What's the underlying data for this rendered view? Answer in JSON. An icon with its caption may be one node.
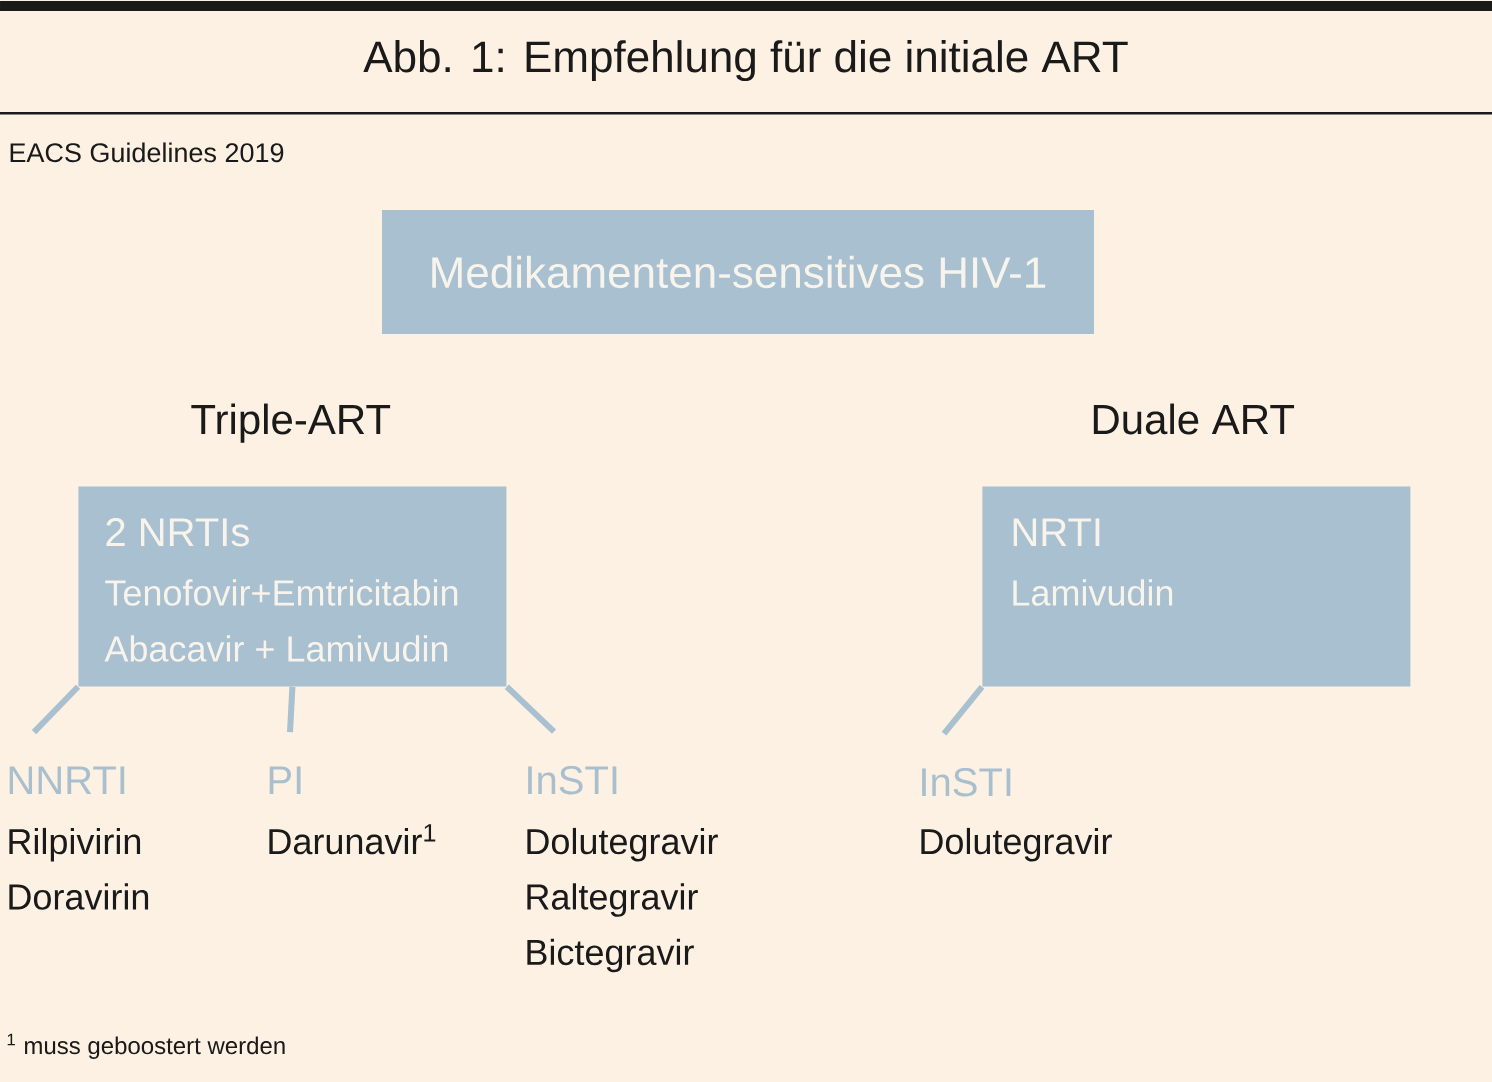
{
  "diagram": {
    "title": "Abb. 1: Empfehlung für die initiale ART",
    "nodes": [
      {
        "text": [
          "Medikamenten-sensitives HIV-1"
        ]
      },
      {
        "text": [
          "2 NRTIs",
          "Tenofovir+Emtricitabin",
          "Abacavir + Lamivudin"
        ]
      },
      {
        "text": [
          "NRTI",
          "Lamivudin"
        ]
      },
      {
        "text": [
          "NNRTI",
          "Rilpivirin",
          "Doravirin"
        ]
      },
      {
        "text": [
          "PI",
          "Darunavir$^{1}$"
        ]
      },
      {
        "text": [
          "InSTI",
          "Dolutegravir",
          "Raltegravir",
          "Bictegravir"
        ]
      },
      {
        "text": [
          "InSTI",
          "Dolutegravir"
        ]
      }
    ],
    "edges": [
      {
        "from": 1,
        "to": 3,
        "arrow": "none"
      },
      {
        "from": 1,
        "to": 4,
        "arrow": "none"
      },
      {
        "from": 1,
        "to": 5,
        "arrow": "none"
      },
      {
        "from": 2,
        "to": 6,
        "arrow": "none"
      }
    ],
    "labels": [
      "EACS Guidelines 2019",
      "Triple-ART",
      "Duale ART",
      "$^{1}$ muss geboostert werden"
    ]
  }
}
